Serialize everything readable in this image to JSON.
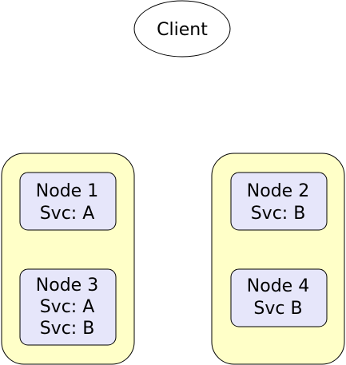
{
  "client": {
    "label": "Client"
  },
  "groups": [
    {
      "nodes": [
        {
          "lines": [
            "Node 1",
            "Svc: A"
          ]
        },
        {
          "lines": [
            "Node 3",
            "Svc: A",
            "Svc: B"
          ]
        }
      ]
    },
    {
      "nodes": [
        {
          "lines": [
            "Node 2",
            "Svc: B"
          ]
        },
        {
          "lines": [
            "Node 4",
            "Svc B"
          ]
        }
      ]
    }
  ],
  "colors": {
    "group_fill": "#ffffc8",
    "node_fill": "#e6e6fa",
    "stroke": "#000000"
  }
}
